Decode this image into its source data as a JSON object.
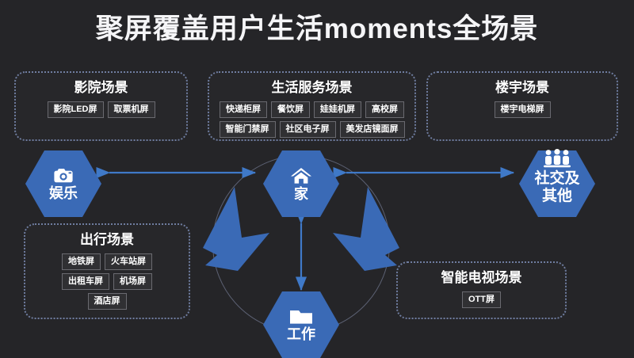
{
  "page": {
    "title": "聚屏覆盖用户生活moments全场景",
    "background_color": "#252528",
    "accent_color": "#3a6ab6",
    "border_color": "#6f7da0"
  },
  "cards": {
    "cinema": {
      "title": "影院场景",
      "tags_row1": [
        "影院LED屏",
        "取票机屏"
      ],
      "tags_row2": []
    },
    "life": {
      "title": "生活服务场景",
      "tags_row1": [
        "快递柜屏",
        "餐饮屏",
        "娃娃机屏",
        "高校屏"
      ],
      "tags_row2": [
        "智能门禁屏",
        "社区电子屏",
        "美发店镜面屏"
      ]
    },
    "building": {
      "title": "楼宇场景",
      "tags_row1": [
        "楼宇电梯屏"
      ],
      "tags_row2": []
    },
    "travel": {
      "title": "出行场景",
      "tags_row1": [
        "地铁屏",
        "火车站屏"
      ],
      "tags_row2": [
        "出租车屏",
        "机场屏"
      ],
      "tags_row3": [
        "酒店屏"
      ]
    },
    "tv": {
      "title": "智能电视场景",
      "tags_row1": [
        "OTT屏"
      ],
      "tags_row2": []
    }
  },
  "nodes": {
    "home": {
      "label": "家",
      "icon": "house-icon"
    },
    "entertainment": {
      "label": "娱乐",
      "icon": "camera-icon"
    },
    "work": {
      "label": "工作",
      "icon": "folder-icon"
    },
    "social": {
      "label_line1": "社交及",
      "label_line2": "其他",
      "icon": "people-icon"
    }
  },
  "connectors": [
    {
      "name": "entertainment-home-arrow",
      "direction": "bidirectional",
      "orientation": "horizontal"
    },
    {
      "name": "social-home-arrow",
      "direction": "bidirectional",
      "orientation": "horizontal"
    },
    {
      "name": "home-work-arrow",
      "direction": "bidirectional",
      "orientation": "vertical"
    },
    {
      "name": "flow-arrow-left",
      "direction": "down-left",
      "orientation": "diagonal"
    },
    {
      "name": "flow-arrow-right",
      "direction": "down-right",
      "orientation": "diagonal"
    }
  ]
}
